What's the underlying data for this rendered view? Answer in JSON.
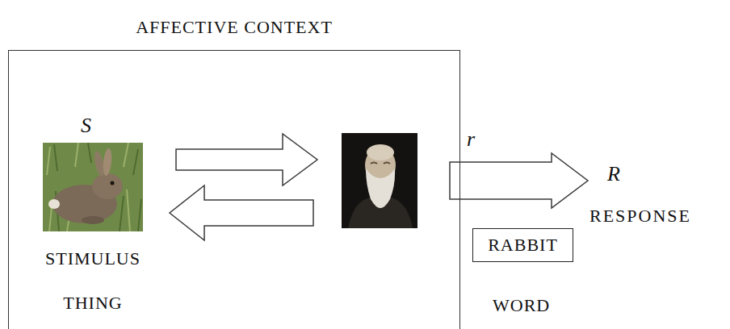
{
  "diagram": {
    "nodes": [
      {
        "text": [
          "AFFECTIVE CONTEXT"
        ]
      },
      {
        "text": [
          "S",
          "STIMULUS",
          "THING"
        ],
        "in": 0
      },
      {
        "text": [],
        "in": 0
      },
      {
        "text": [
          "R",
          "RESPONSE"
        ]
      },
      {
        "text": [
          "RABBIT"
        ]
      }
    ],
    "edges": [
      {
        "from": 1,
        "to": 2,
        "arrow": "to"
      },
      {
        "from": 2,
        "to": 1,
        "arrow": "to"
      },
      {
        "from": 2,
        "to": 3,
        "label": "r",
        "arrow": "to"
      }
    ],
    "labels": [
      "WORD"
    ]
  }
}
